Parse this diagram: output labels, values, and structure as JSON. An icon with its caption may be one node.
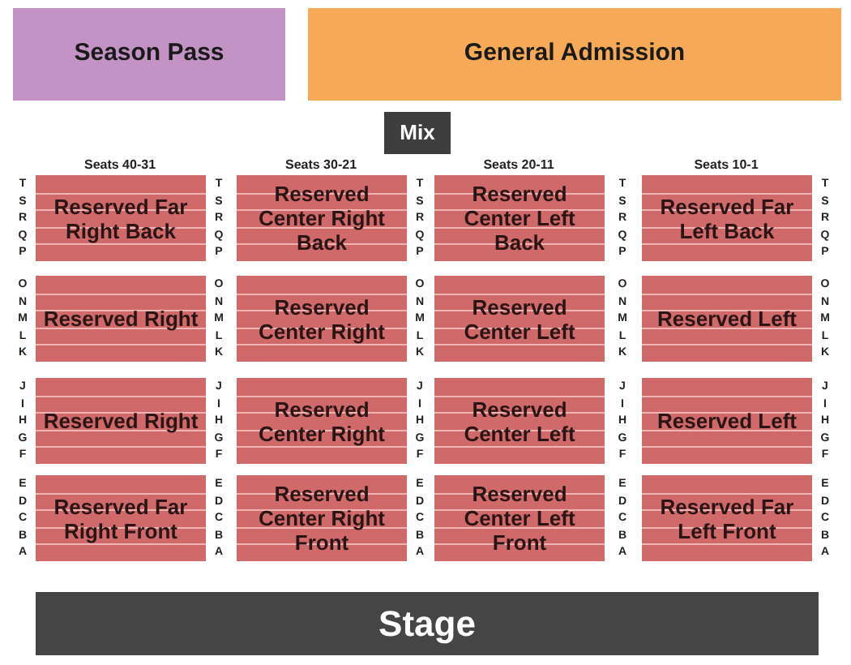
{
  "diagram": {
    "nodes": [
      {
        "text": [
          "Season Pass"
        ]
      },
      {
        "text": [
          "General Admission"
        ]
      },
      {
        "text": [
          "Mix"
        ]
      },
      {
        "text": [
          "Reserved Far Right Back"
        ]
      },
      {
        "text": [
          "Reserved Center Right Back"
        ]
      },
      {
        "text": [
          "Reserved Center Left Back"
        ]
      },
      {
        "text": [
          "Reserved Far Left Back"
        ]
      },
      {
        "text": [
          "Reserved Right"
        ]
      },
      {
        "text": [
          "Reserved Center Right"
        ]
      },
      {
        "text": [
          "Reserved Center Left"
        ]
      },
      {
        "text": [
          "Reserved Left"
        ]
      },
      {
        "text": [
          "Reserved Right"
        ]
      },
      {
        "text": [
          "Reserved Center Right"
        ]
      },
      {
        "text": [
          "Reserved Center Left"
        ]
      },
      {
        "text": [
          "Reserved Left"
        ]
      },
      {
        "text": [
          "Reserved Far Right Front"
        ]
      },
      {
        "text": [
          "Reserved Center Right Front"
        ]
      },
      {
        "text": [
          "Reserved Center Left Front"
        ]
      },
      {
        "text": [
          "Reserved Far Left Front"
        ]
      },
      {
        "text": [
          "Stage"
        ]
      }
    ],
    "labels": [
      "Seats 40-31",
      "Seats 30-21",
      "Seats 20-11",
      "Seats 10-1",
      "T",
      "T",
      "T",
      "T",
      "T",
      "S",
      "S",
      "S",
      "S",
      "S",
      "R",
      "R",
      "R",
      "R",
      "R",
      "Q",
      "Q",
      "Q",
      "Q",
      "Q",
      "P",
      "P",
      "P",
      "P",
      "P",
      "O",
      "O",
      "O",
      "O",
      "O",
      "N",
      "N",
      "N",
      "N",
      "N",
      "M",
      "M",
      "M",
      "M",
      "M",
      "L",
      "L",
      "L",
      "L",
      "L",
      "K",
      "K",
      "K",
      "K",
      "K",
      "J",
      "J",
      "J",
      "J",
      "J",
      "I",
      "I",
      "I",
      "I",
      "I",
      "H",
      "H",
      "H",
      "H",
      "H",
      "G",
      "G",
      "G",
      "G",
      "G",
      "F",
      "F",
      "F",
      "F",
      "F",
      "E",
      "E",
      "E",
      "E",
      "E",
      "D",
      "D",
      "D",
      "D",
      "D",
      "C",
      "C",
      "C",
      "C",
      "C",
      "B",
      "B",
      "B",
      "B",
      "B",
      "A",
      "A",
      "A",
      "A",
      "A"
    ]
  }
}
